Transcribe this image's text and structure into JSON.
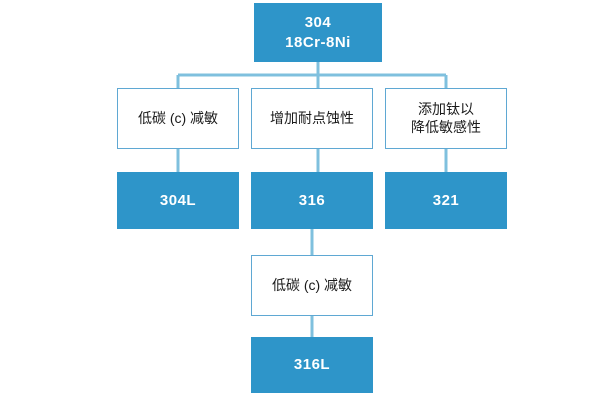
{
  "diagram": {
    "title": "304 stainless steel derivative grades flowchart",
    "background_color": "#ffffff",
    "fill_color": "#2e95c9",
    "outline_color": "#5fa8d3",
    "connector_color": "#7fc0de",
    "text_on_fill_color": "#ffffff",
    "text_on_outline_color": "#1a1a1a",
    "nodes": {
      "root": {
        "line1": "304",
        "line2": "18Cr-8Ni",
        "text": "304\n18Cr-8Ni",
        "style": "filled"
      },
      "condition_1": {
        "text": "低碳 (c) 减敏",
        "style": "outline"
      },
      "condition_2": {
        "text": "增加耐点蚀性",
        "style": "outline"
      },
      "condition_3": {
        "line1": "添加钛以",
        "line2": "降低敏感性",
        "text": "添加钛以\n降低敏感性",
        "style": "outline"
      },
      "result_1": {
        "text": "304L",
        "style": "filled"
      },
      "result_2": {
        "text": "316",
        "style": "filled"
      },
      "result_3": {
        "text": "321",
        "style": "filled"
      },
      "condition_4": {
        "text": "低碳 (c) 减敏",
        "style": "outline"
      },
      "result_4": {
        "text": "316L",
        "style": "filled"
      }
    },
    "edges": [
      {
        "from": "root",
        "to": "condition_1"
      },
      {
        "from": "root",
        "to": "condition_2"
      },
      {
        "from": "root",
        "to": "condition_3"
      },
      {
        "from": "condition_1",
        "to": "result_1"
      },
      {
        "from": "condition_2",
        "to": "result_2"
      },
      {
        "from": "condition_3",
        "to": "result_3"
      },
      {
        "from": "result_2",
        "to": "condition_4"
      },
      {
        "from": "condition_4",
        "to": "result_4"
      }
    ]
  }
}
